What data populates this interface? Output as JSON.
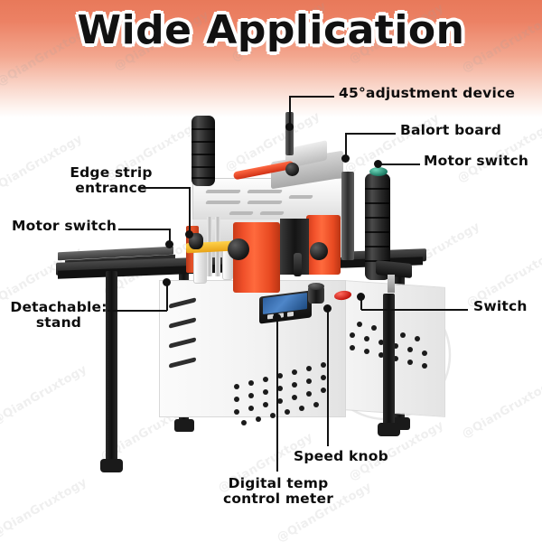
{
  "page": {
    "title": "Wide Application",
    "background_top_color": "#e8795a",
    "background_bottom_color": "#ffffff"
  },
  "watermark": {
    "text": "@QianGruxtogy",
    "stamp_text_top": "Qiancn",
    "stamp_text_bottom": "xtogy"
  },
  "callouts": [
    {
      "id": "adjustment-device",
      "label": "45°adjustment device"
    },
    {
      "id": "balort-board",
      "label": "Balort board"
    },
    {
      "id": "motor-switch-right",
      "label": "Motor switch"
    },
    {
      "id": "edge-strip-entrance",
      "label": "Edge strip\nentrance"
    },
    {
      "id": "motor-switch-left",
      "label": "Motor switch"
    },
    {
      "id": "detachable-stand",
      "label": "Detachable:\nstand"
    },
    {
      "id": "switch",
      "label": "Switch"
    },
    {
      "id": "speed-knob",
      "label": "Speed knob"
    },
    {
      "id": "digital-temp-meter",
      "label": "Digital temp\ncontrol meter"
    }
  ],
  "machine": {
    "name": "portable-edge-banding-machine",
    "colors": {
      "motor_orange": "#f0502a",
      "housing_silver": "#eeeeee",
      "stand_black": "#1d1d1d",
      "lcd_blue": "#4e86c9",
      "switch_red": "#c2150e",
      "button_green": "#1d7a63",
      "lever_red": "#d03014",
      "strip_yellow": "#e8a317"
    },
    "parts": [
      "table-stand",
      "silver-housing",
      "orange-motor-cylinder",
      "left-handle",
      "right-handle",
      "45-degree-bracket",
      "red-lever",
      "lcd-display",
      "speed-knob",
      "power-switch",
      "vent-slots",
      "perforated-holes"
    ]
  }
}
